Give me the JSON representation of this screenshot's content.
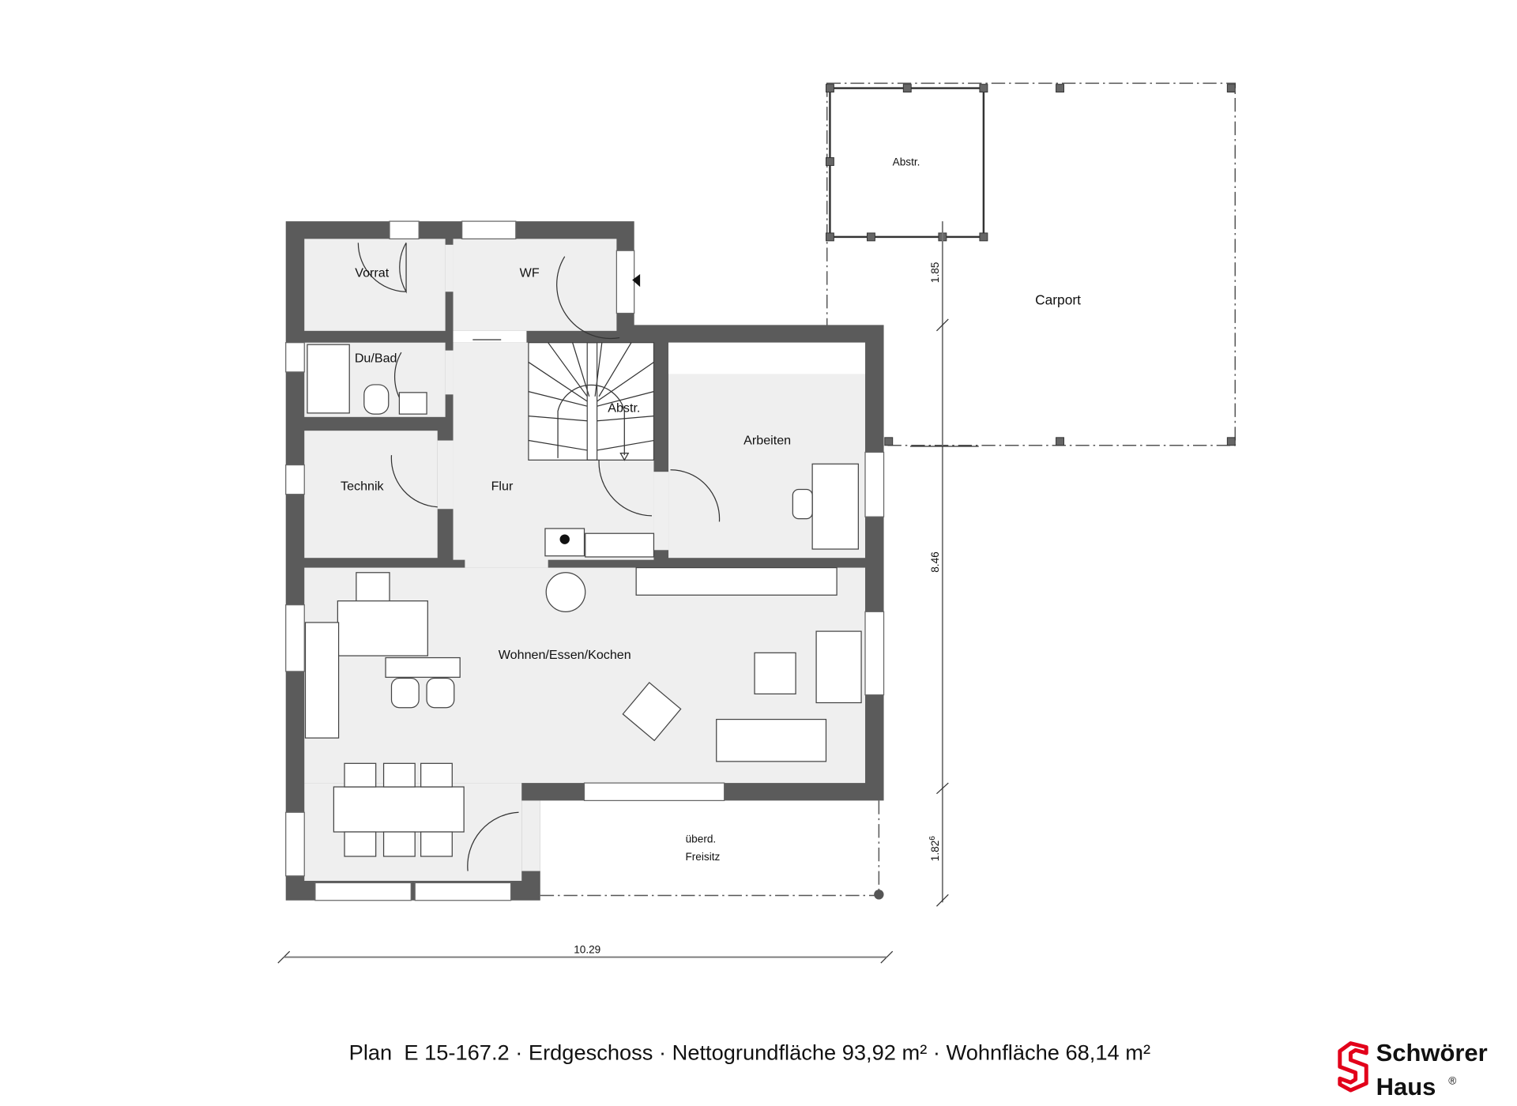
{
  "rooms": {
    "vorrat": "Vorrat",
    "wf": "WF",
    "dubad": "Du/Bad",
    "technik": "Technik",
    "flur": "Flur",
    "abstr_stairs": "Abstr.",
    "arbeiten": "Arbeiten",
    "wohnen": "Wohnen/Essen/Kochen",
    "freisitz_1": "überd.",
    "freisitz_2": "Freisitz",
    "abstr_carport": "Abstr.",
    "carport": "Carport"
  },
  "dimensions": {
    "carport_depth": "1.85",
    "house_depth": "8.46",
    "terrace_depth": "1.82",
    "terrace_depth_sup": "6",
    "house_width": "10.29"
  },
  "caption": "Plan  E 15-167.2 · Erdgeschoss · Nettogrundfläche 93,92 m² · Wohnfläche 68,14 m²",
  "logo": {
    "line1": "Schwörer",
    "line2": "Haus",
    "mark": "®",
    "color": "#e2001a"
  }
}
